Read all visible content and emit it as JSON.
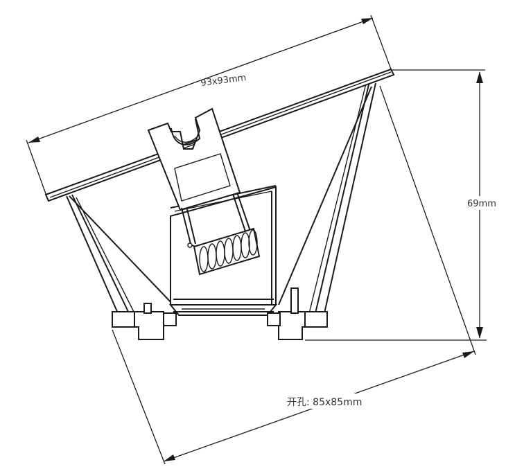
{
  "diagram": {
    "dimensions": {
      "top_width_label": "93x93mm",
      "height_label": "69mm",
      "cutout_label": "开孔: 85x85mm"
    }
  }
}
